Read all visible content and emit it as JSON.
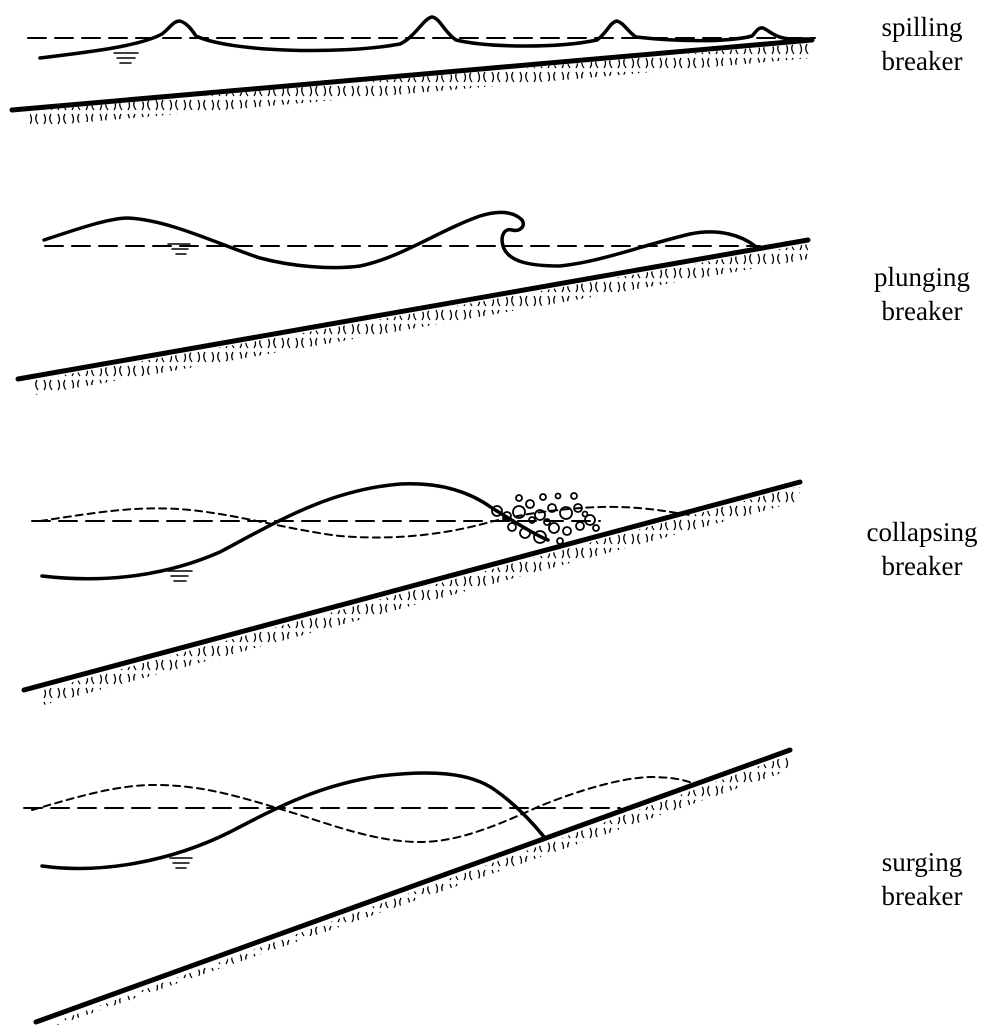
{
  "panels": [
    {
      "id": "spilling",
      "label_line1": "spilling",
      "label_line2": "breaker"
    },
    {
      "id": "plunging",
      "label_line1": "plunging",
      "label_line2": "breaker"
    },
    {
      "id": "collapsing",
      "label_line1": "collapsing",
      "label_line2": "breaker"
    },
    {
      "id": "surging",
      "label_line1": "surging",
      "label_line2": "breaker"
    }
  ],
  "colors": {
    "ink": "#000000",
    "background": "#ffffff"
  }
}
